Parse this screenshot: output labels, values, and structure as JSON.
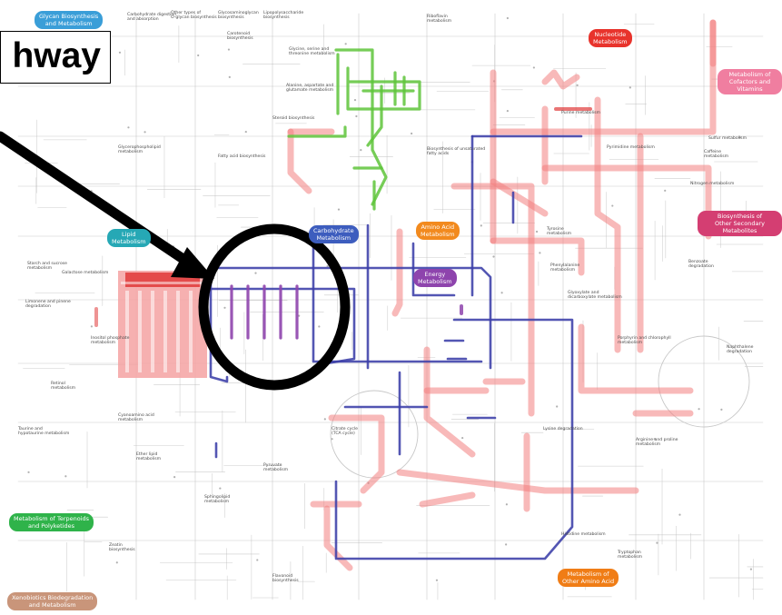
{
  "callout": {
    "text": "hway"
  },
  "categories": [
    {
      "id": "glycan",
      "text": "Glycan Biosynthesis\nand Metabolism",
      "color": "#3a9ed8"
    },
    {
      "id": "nucleotide",
      "text": "Nucleotide\nMetabolism",
      "color": "#e8332c"
    },
    {
      "id": "cofactors",
      "text": "Metabolism of\nCofactors and Vitamins",
      "color": "#f07ea0"
    },
    {
      "id": "secondary",
      "text": "Biosynthesis of\nOther Secondary Metabolites",
      "color": "#d43e72"
    },
    {
      "id": "amino",
      "text": "Amino Acid\nMetabolism",
      "color": "#f28a1e"
    },
    {
      "id": "carbohydrate",
      "text": "Carbohydrate\nMetabolism",
      "color": "#3d5dbe"
    },
    {
      "id": "energy",
      "text": "Energy\nMetabolism",
      "color": "#8e44ad"
    },
    {
      "id": "lipid",
      "text": "Lipid\nMetabolism",
      "color": "#26a8b5"
    },
    {
      "id": "polyketides",
      "text": "Metabolism of Terpenoids\nand Polyketides",
      "color": "#2fb34a"
    },
    {
      "id": "xenobiotics",
      "text": "Xenobiotics Biodegradation\nand Metabolism",
      "color": "#c9957a"
    },
    {
      "id": "other_amino",
      "text": "Metabolism of\nOther Amino Acid",
      "color": "#f07d16"
    }
  ],
  "nodes": [
    "Carbohydrate digestion\nand absorption",
    "Other types of\nO-glycan biosynthesis",
    "Glycosaminoglycan\nbiosynthesis",
    "Lipopolysaccharide\nbiosynthesis",
    "Glycine, serine and\nthreonine metabolism",
    "Riboflavin\nmetabolism",
    "Carotenoid\nbiosynthesis",
    "Alanine, aspartate and\nglutamate metabolism",
    "Biosynthesis of unsaturated\nfatty acids",
    "Steroid biosynthesis",
    "Glycerophospholipid\nmetabolism",
    "Fatty acid biosynthesis",
    "Citrate cycle\n(TCA cycle)",
    "Pyruvate\nmetabolism",
    "Purine metabolism",
    "Pyrimidine metabolism",
    "Sulfur metabolism",
    "Nitrogen metabolism",
    "Tyrosine\nmetabolism",
    "Phenylalanine\nmetabolism",
    "Glyoxylate and\ndicarboxylate metabolism",
    "Porphyrin and chlorophyll\nmetabolism",
    "Arginine and proline\nmetabolism",
    "Lysine degradation",
    "Histidine metabolism",
    "Tryptophan\nmetabolism",
    "Benzoate\ndegradation",
    "Naphthalene\ndegradation",
    "Caffeine\nmetabolism",
    "Starch and sucrose\nmetabolism",
    "Galactose metabolism",
    "Inositol phosphate\nmetabolism",
    "Limonene and pinene\ndegradation",
    "Retinol\nmetabolism",
    "Taurine and\nhypotaurine metabolism",
    "Cyanoamino acid\nmetabolism",
    "Ether lipid\nmetabolism",
    "Sphingolipid\nmetabolism",
    "Zeatin\nbiosynthesis",
    "Flavonoid\nbiosynthesis"
  ],
  "colors": {
    "amino": "#f28080",
    "carbohydrate": "#3b3fa8",
    "terpenoid": "#5ec43a",
    "energy": "#8e44ad",
    "lipid_block": "#f4a2a2",
    "lipid_dark": "#e03a3a",
    "map_lines": "#bcbcbc",
    "highlight": "#000000"
  }
}
